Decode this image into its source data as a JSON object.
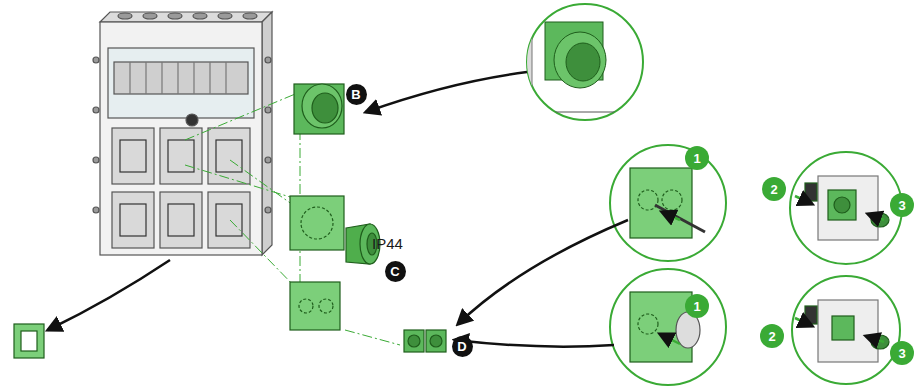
{
  "diagram": {
    "nodes": [
      {
        "text": [
          "B"
        ]
      },
      {
        "text": [
          "1"
        ]
      },
      {
        "text": [
          "2"
        ]
      },
      {
        "text": [
          "3"
        ]
      },
      {
        "text": [
          "C"
        ]
      },
      {
        "text": [
          "D"
        ]
      },
      {
        "text": [
          "1"
        ]
      },
      {
        "text": [
          "2"
        ]
      },
      {
        "text": [
          "3"
        ]
      }
    ],
    "labels": [
      "IP44"
    ]
  }
}
